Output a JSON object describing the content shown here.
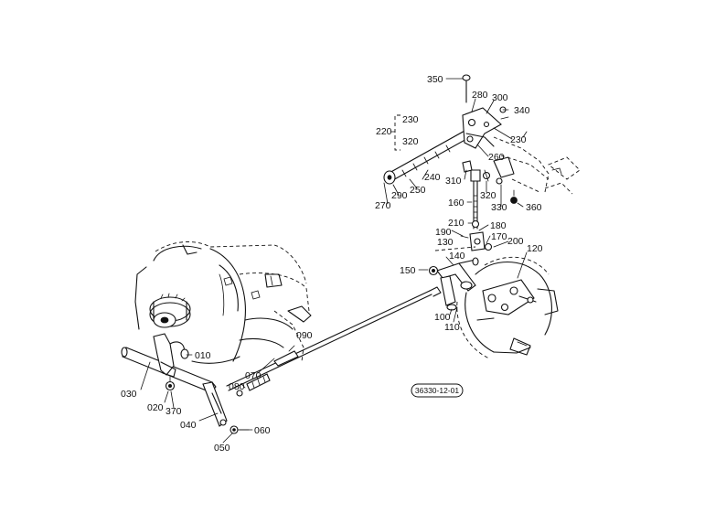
{
  "diagram": {
    "reference_code": "36330-12-01",
    "part_numbers": [
      "010",
      "020",
      "030",
      "040",
      "050",
      "060",
      "070",
      "080",
      "090",
      "100",
      "110",
      "120",
      "130",
      "140",
      "150",
      "160",
      "170",
      "180",
      "190",
      "200",
      "210",
      "220",
      "230",
      "230",
      "240",
      "250",
      "260",
      "270",
      "280",
      "290",
      "300",
      "310",
      "320",
      "320",
      "330",
      "340",
      "350",
      "360",
      "370"
    ]
  }
}
